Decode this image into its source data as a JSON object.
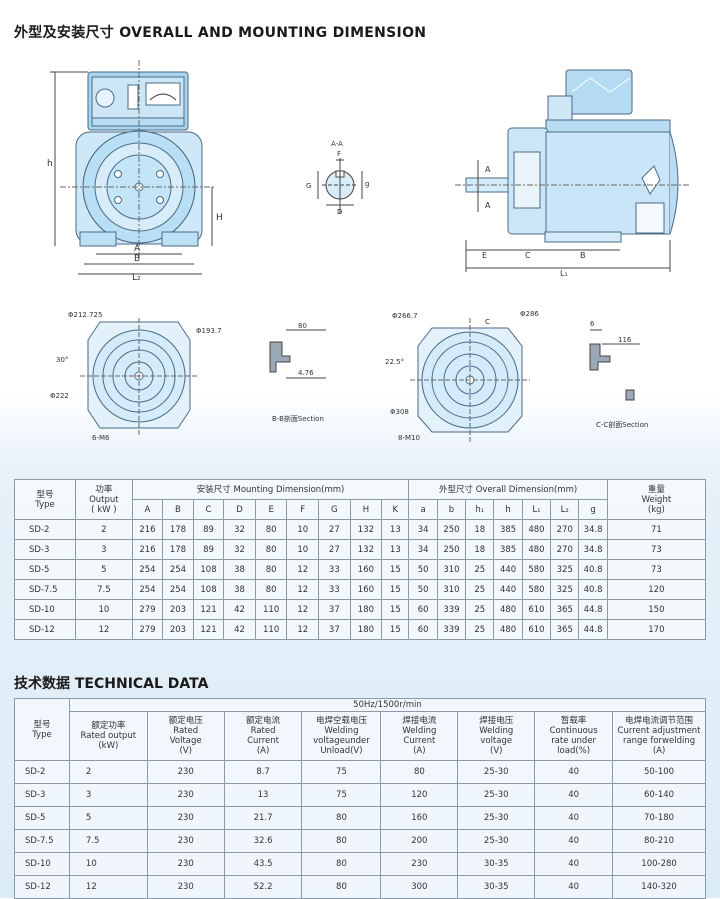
{
  "section1_title": "外型及安装尺寸 OVERALL AND MOUNTING DIMENSION",
  "section2_title": "技术数据 TECHNICAL DATA",
  "drawing_labels": {
    "front": {
      "h": "h",
      "A": "A",
      "B": "B",
      "H": "H",
      "L2": "L₂"
    },
    "shaft": {
      "aa": "A-A",
      "F": "F",
      "G": "G",
      "D": "D",
      "g": "g"
    },
    "side": {
      "A_top": "A",
      "A_bot": "A",
      "E": "E",
      "C": "C",
      "B": "B",
      "L1": "L₁"
    },
    "flange1": {
      "d1": "Φ212.725",
      "d2": "Φ193.7",
      "d3": "Φ222",
      "angle": "30°",
      "holes": "6-M6"
    },
    "section_b": {
      "w": "80",
      "t": "4.76",
      "caption": "B-B剖面Section"
    },
    "flange2": {
      "d1": "Φ266.7",
      "c": "C",
      "d2": "Φ286",
      "angle": "22.5°",
      "d3": "Φ308",
      "holes": "8-M10"
    },
    "section_c": {
      "w1": "6",
      "w2": "116",
      "caption": "C-C剖面Section"
    }
  },
  "dim_table": {
    "h_type": "型号\nType",
    "h_power": "功率\nOutput\n( kW )",
    "h_mount": "安装尺寸 Mounting Dimension(mm)",
    "h_overall": "外型尺寸 Overall Dimension(mm)",
    "h_weight": "重量\nWeight\n(kg)",
    "mount_cols": [
      "A",
      "B",
      "C",
      "D",
      "E",
      "F",
      "G",
      "H",
      "K"
    ],
    "overall_cols": [
      "a",
      "b",
      "h₁",
      "h",
      "L₁",
      "L₂",
      "g"
    ],
    "rows": [
      [
        "SD-2",
        "2",
        "216",
        "178",
        "89",
        "32",
        "80",
        "10",
        "27",
        "132",
        "13",
        "34",
        "250",
        "18",
        "385",
        "480",
        "270",
        "34.8",
        "71"
      ],
      [
        "SD-3",
        "3",
        "216",
        "178",
        "89",
        "32",
        "80",
        "10",
        "27",
        "132",
        "13",
        "34",
        "250",
        "18",
        "385",
        "480",
        "270",
        "34.8",
        "73"
      ],
      [
        "SD-5",
        "5",
        "254",
        "254",
        "108",
        "38",
        "80",
        "12",
        "33",
        "160",
        "15",
        "50",
        "310",
        "25",
        "440",
        "580",
        "325",
        "40.8",
        "73"
      ],
      [
        "SD-7.5",
        "7.5",
        "254",
        "254",
        "108",
        "38",
        "80",
        "12",
        "33",
        "160",
        "15",
        "50",
        "310",
        "25",
        "440",
        "580",
        "325",
        "40.8",
        "120"
      ],
      [
        "SD-10",
        "10",
        "279",
        "203",
        "121",
        "42",
        "110",
        "12",
        "37",
        "180",
        "15",
        "60",
        "339",
        "25",
        "480",
        "610",
        "365",
        "44.8",
        "150"
      ],
      [
        "SD-12",
        "12",
        "279",
        "203",
        "121",
        "42",
        "110",
        "12",
        "37",
        "180",
        "15",
        "60",
        "339",
        "25",
        "480",
        "610",
        "365",
        "44.8",
        "170"
      ]
    ]
  },
  "tech_table": {
    "top": "50Hz/1500r/min",
    "headers": [
      "型号\nType",
      "额定功率\nRated output\n(kW)",
      "额定电压\nRated\nVoltage\n(V)",
      "额定电流\nRated\nCurrent\n(A)",
      "电焊空载电压\nWelding\nvoltageunder\nUnload(V)",
      "焊接电流\nWelding\nCurrent\n(A)",
      "焊接电压\nWelding\nvoltage\n(V)",
      "暂载率\nContinuous\nrate under\nload(%)",
      "电焊电流调节范围\nCurrent adjustment\nrange forwelding\n(A)"
    ],
    "rows": [
      [
        "SD-2",
        "2",
        "230",
        "8.7",
        "75",
        "80",
        "25-30",
        "40",
        "50-100"
      ],
      [
        "SD-3",
        "3",
        "230",
        "13",
        "75",
        "120",
        "25-30",
        "40",
        "60-140"
      ],
      [
        "SD-5",
        "5",
        "230",
        "21.7",
        "80",
        "160",
        "25-30",
        "40",
        "70-180"
      ],
      [
        "SD-7.5",
        "7.5",
        "230",
        "32.6",
        "80",
        "200",
        "25-30",
        "40",
        "80-210"
      ],
      [
        "SD-10",
        "10",
        "230",
        "43.5",
        "80",
        "230",
        "30-35",
        "40",
        "100-280"
      ],
      [
        "SD-12",
        "12",
        "230",
        "52.2",
        "80",
        "300",
        "30-35",
        "40",
        "140-320"
      ]
    ]
  }
}
